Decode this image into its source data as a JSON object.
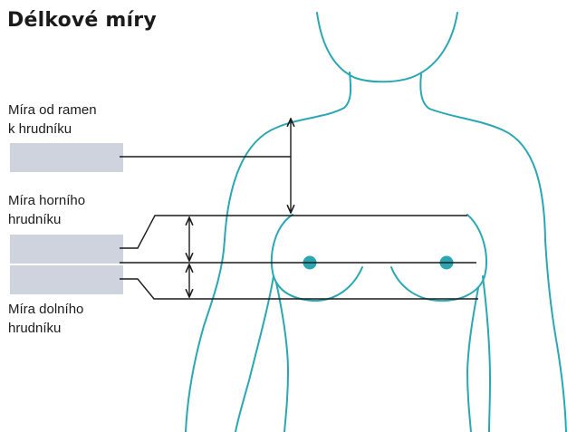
{
  "title": "Délkové míry",
  "measurements": [
    {
      "label_line1": "Míra od ramen",
      "label_line2": "k hrudníku"
    },
    {
      "label_line1": "Míra horního",
      "label_line2": "hrudníku"
    },
    {
      "label_line1": "Míra dolního",
      "label_line2": "hrudníku"
    }
  ],
  "colors": {
    "body_outline": "#2aa7b2",
    "nipple": "#2aa7b2",
    "guide_line": "#1b1b1b",
    "input_field": "#cfd3de"
  }
}
